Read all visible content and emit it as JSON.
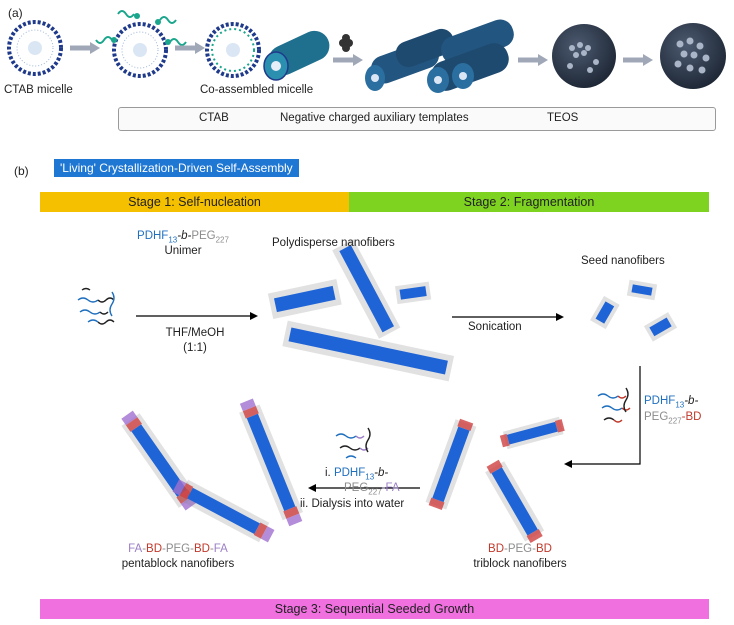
{
  "panel_a": {
    "letter": "(a)",
    "labels": {
      "ctab_micelle": "CTAB micelle",
      "co_assembled_micelle": "Co-assembled micelle"
    },
    "legend": {
      "ctab": "CTAB",
      "templates": "Negative charged auxiliary templates",
      "teos": "TEOS"
    }
  },
  "panel_b": {
    "letter": "(b)",
    "title": "'Living' Crystallization-Driven Self-Assembly",
    "stage1": "Stage 1: Self-nucleation",
    "stage2": "Stage 2: Fragmentation",
    "stage3": "Stage 3: Sequential Seeded Growth",
    "unimer": {
      "pdhf": "PDHF",
      "sub13": "13",
      "b": "-b-",
      "peg": "PEG",
      "sub227": "227",
      "caption": "Unimer"
    },
    "polydisperse": "Polydisperse nanofibers",
    "seed": "Seed nanofibers",
    "solvent1": "THF/MeOH",
    "solvent2": "(1:1)",
    "sonication": "Sonication",
    "bd_polymer": {
      "pdhf": "PDHF",
      "sub13": "13",
      "b": "-b-",
      "peg": "PEG",
      "sub227": "227",
      "bd": "-BD"
    },
    "fa_polymer": {
      "prefix": "i. ",
      "pdhf": "PDHF",
      "sub13": "13",
      "b": "-b-",
      "peg": "PEG",
      "sub227": "227",
      "fa": "-FA",
      "step2": "ii. Dialysis into water"
    },
    "triblock": {
      "bd1": "BD",
      "peg": "-PEG-",
      "bd2": "BD",
      "caption": "triblock nanofibers"
    },
    "pentablock": {
      "fa1": "FA",
      "d1": "-",
      "bd1": "BD",
      "peg": "-PEG-",
      "bd2": "BD",
      "d2": "-",
      "fa2": "FA",
      "caption": "pentablock nanofibers"
    }
  },
  "colors": {
    "stage1": "#f5c000",
    "stage2": "#7ed321",
    "stage3": "#f070e0",
    "fiber": "#1f64d6",
    "corona_grey": "#555555",
    "corona_red": "#d04040",
    "corona_violet": "#a070d0",
    "teal": "#1aa68c",
    "navy": "#1f3a8a"
  }
}
